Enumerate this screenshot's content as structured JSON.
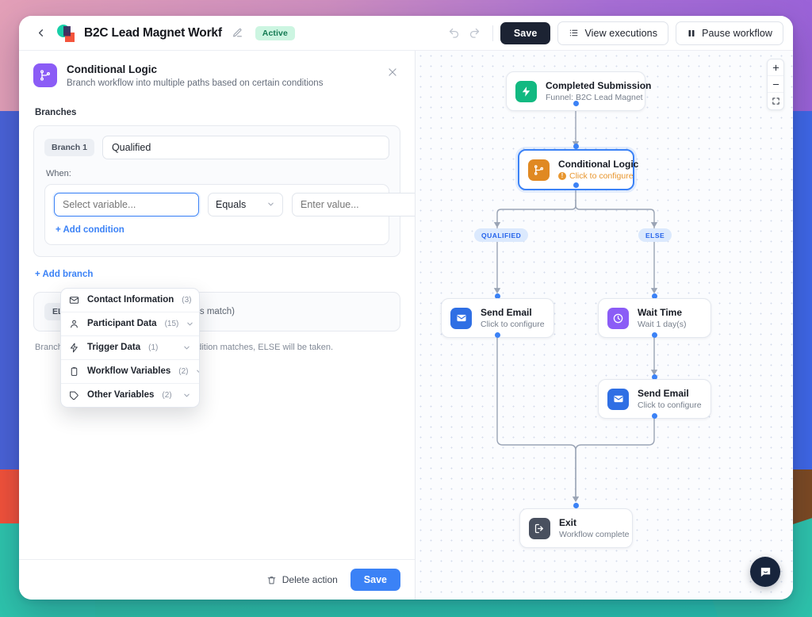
{
  "window": {
    "title": "B2C Lead Magnet Workf",
    "status_badge": "Active",
    "back_icon": "chevron-left-icon",
    "edit_icon": "pencil-icon",
    "logo_icon": "brand-logo-icon"
  },
  "toolbar": {
    "undo_icon": "undo-arrow-icon",
    "redo_icon": "redo-arrow-icon",
    "save_label": "Save",
    "view_executions_label": "View executions",
    "view_executions_icon": "list-icon",
    "pause_label": "Pause workflow",
    "pause_icon": "pause-icon"
  },
  "panel": {
    "icon": "branch-icon",
    "title": "Conditional Logic",
    "subtitle": "Branch workflow into multiple paths based on certain conditions",
    "close_icon": "close-icon",
    "branches_label": "Branches",
    "branch": {
      "tag": "Branch 1",
      "name_value": "Qualified",
      "when_label": "When:",
      "variable_placeholder": "Select variable...",
      "operator_value": "Equals",
      "operator_caret_icon": "chevron-down-icon",
      "value_placeholder": "Enter value...",
      "add_condition_label": "+ Add condition"
    },
    "add_branch_label": "+ Add branch",
    "else_tag": "ELSE",
    "else_text": "Fallback path (no conditions match)",
    "eval_note": "Branches are evaluated in order. If no condition matches, ELSE will be taken.",
    "delete_label": "Delete action",
    "delete_icon": "trash-icon",
    "save_label": "Save"
  },
  "dropdown": {
    "items": [
      {
        "icon": "envelope-icon",
        "label": "Contact Information",
        "count": "(3)",
        "caret": "chevron-down-icon"
      },
      {
        "icon": "person-icon",
        "label": "Participant Data",
        "count": "(15)",
        "caret": "chevron-down-icon"
      },
      {
        "icon": "lightning-icon",
        "label": "Trigger Data",
        "count": "(1)",
        "caret": "chevron-down-icon"
      },
      {
        "icon": "clipboard-icon",
        "label": "Workflow Variables",
        "count": "(2)",
        "caret": "chevron-down-icon"
      },
      {
        "icon": "tag-icon",
        "label": "Other Variables",
        "count": "(2)",
        "caret": "chevron-down-icon"
      }
    ]
  },
  "canvas": {
    "zoom_in_icon": "plus-icon",
    "zoom_out_icon": "minus-icon",
    "fit_view_icon": "expand-icon",
    "chat_icon": "chat-bubble-icon",
    "nodes": [
      {
        "id": "trigger",
        "title": "Completed Submission",
        "subtitle": "Funnel: B2C Lead Magnet",
        "icon": "lightning-icon",
        "icon_color": "#12b981"
      },
      {
        "id": "condition",
        "title": "Conditional Logic",
        "subtitle": "Click to configure",
        "icon": "branch-icon",
        "icon_color": "#e08922",
        "warning": true
      },
      {
        "id": "send-email-qualified",
        "title": "Send Email",
        "subtitle": "Click to configure",
        "icon": "envelope-icon",
        "icon_color": "#2f6fe4"
      },
      {
        "id": "wait-time",
        "title": "Wait Time",
        "subtitle": "Wait 1 day(s)",
        "icon": "clock-icon",
        "icon_color": "#8b5cf6"
      },
      {
        "id": "send-email-else",
        "title": "Send Email",
        "subtitle": "Click to configure",
        "icon": "envelope-icon",
        "icon_color": "#2f6fe4"
      },
      {
        "id": "exit",
        "title": "Exit",
        "subtitle": "Workflow complete",
        "icon": "exit-icon",
        "icon_color": "#49505f"
      }
    ],
    "edge_labels": [
      {
        "id": "qualified",
        "text": "QUALIFIED"
      },
      {
        "id": "else",
        "text": "ELSE"
      }
    ]
  },
  "colors": {
    "accent_blue": "#3b82f6",
    "save_dark": "#1c2333",
    "active_badge_bg": "#ccf5e1",
    "active_badge_fg": "#137a52",
    "purple": "#8b5cf6",
    "green": "#12b981",
    "orange": "#e08922"
  }
}
